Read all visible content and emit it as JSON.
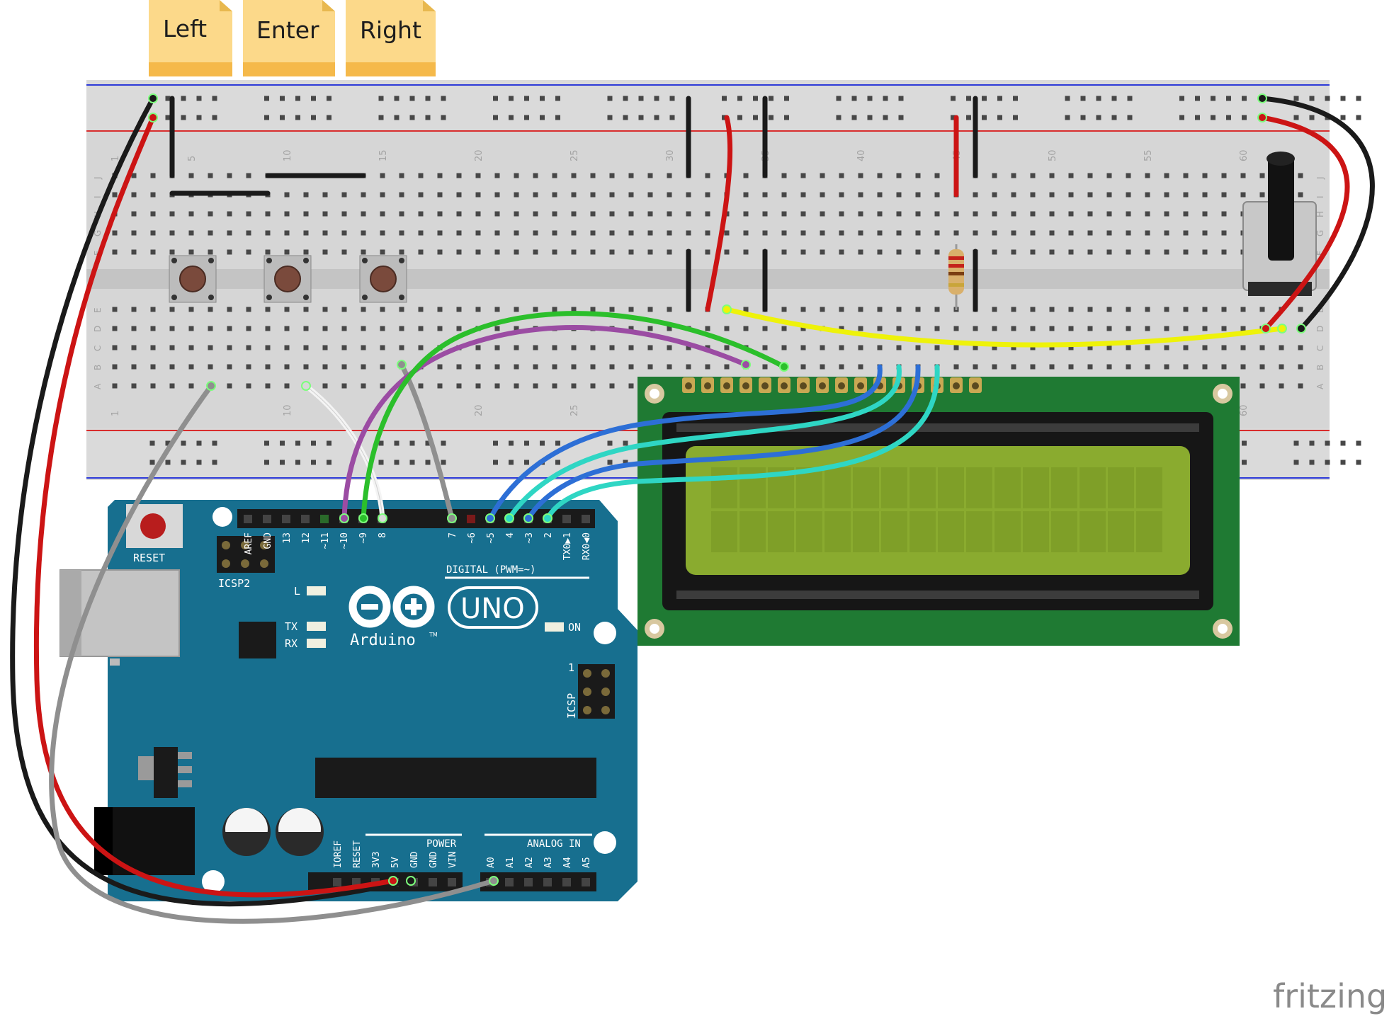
{
  "notes": [
    {
      "id": "left",
      "label": "Left"
    },
    {
      "id": "enter",
      "label": "Enter"
    },
    {
      "id": "right",
      "label": "Right"
    }
  ],
  "breadboard": {
    "top_column_numbers": [
      "1",
      "5",
      "10",
      "15",
      "20",
      "25",
      "30",
      "35",
      "40",
      "45",
      "50",
      "55",
      "60"
    ],
    "bottom_column_numbers": [
      "1",
      "10",
      "20",
      "25",
      "60"
    ],
    "upper_row_letters": [
      "J",
      "I",
      "H",
      "G",
      "F"
    ],
    "lower_row_letters": [
      "E",
      "D",
      "C",
      "B",
      "A"
    ]
  },
  "arduino": {
    "reset_label": "RESET",
    "icsp2_label": "ICSP2",
    "icsp_label": "ICSP",
    "icsp_pin1": "1",
    "digital_header_label": "DIGITAL (PWM=~)",
    "digital_pins": [
      "AREF",
      "GND",
      "13",
      "12",
      "~11",
      "~10",
      "~9",
      "8",
      "7",
      "~6",
      "~5",
      "4",
      "~3",
      "2",
      "TX0▶1",
      "RX0◀0"
    ],
    "led_labels": {
      "l": "L",
      "tx": "TX",
      "rx": "RX",
      "on": "ON"
    },
    "logo_text": "UNO",
    "brand": "Arduino",
    "trademark": "TM",
    "power_label": "POWER",
    "power_pins": [
      "IOREF",
      "RESET",
      "3V3",
      "5V",
      "GND",
      "GND",
      "VIN"
    ],
    "analog_label": "ANALOG IN",
    "analog_pins": [
      "A0",
      "A1",
      "A2",
      "A3",
      "A4",
      "A5"
    ]
  },
  "colors": {
    "board": "#176f8f",
    "lcd_pcb": "#1f7a33",
    "lcd_screen": "#8aab2f",
    "note": "#fcd98a",
    "wire_black": "#1a1a1a",
    "wire_red": "#cc1414",
    "wire_gray": "#8f8f8f",
    "wire_white": "#f4f4f4",
    "wire_green": "#2bbf2b",
    "wire_purple": "#9b4ca3",
    "wire_yellow": "#eef20a",
    "wire_blue": "#2d6fd6",
    "wire_cyan": "#2fd6c4"
  },
  "watermark": "fritzing"
}
